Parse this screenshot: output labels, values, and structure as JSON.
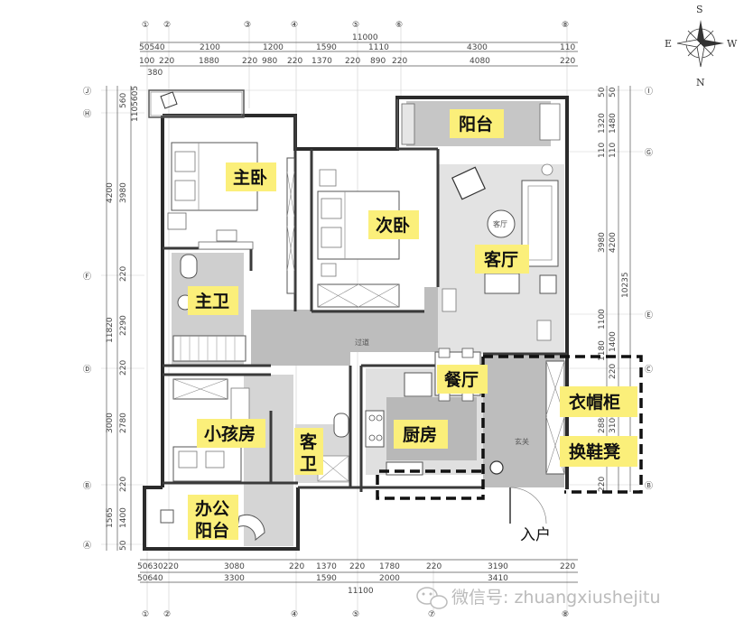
{
  "rooms": {
    "master_bedroom": "主卧",
    "second_bedroom": "次卧",
    "balcony": "阳台",
    "living_room": "客厅",
    "master_bath": "主卫",
    "dining": "餐厅",
    "wardrobe": "衣帽柜",
    "shoe_bench": "换鞋凳",
    "kids_room": "小孩房",
    "guest_bath_1": "客",
    "guest_bath_2": "卫",
    "kitchen": "厨房",
    "office_1": "办公",
    "office_2": "阳台",
    "entrance": "入户",
    "corridor": "过道",
    "foyer": "玄关",
    "living_icon": "客厅"
  },
  "compass": {
    "s": "S",
    "e": "E",
    "w": "W",
    "n": "N"
  },
  "axis_top": [
    "①",
    "②",
    "③",
    "④",
    "⑤",
    "⑥",
    "⑧"
  ],
  "axis_bottom": [
    "①",
    "②",
    "④",
    "⑤",
    "⑦",
    "⑧"
  ],
  "axis_left": [
    "Ⓙ",
    "Ⓗ",
    "Ⓕ",
    "Ⓓ",
    "Ⓑ",
    "Ⓐ"
  ],
  "axis_right": [
    "Ⓘ",
    "Ⓖ",
    "Ⓔ",
    "Ⓒ",
    "Ⓑ"
  ],
  "dims_top_total": "11000",
  "dims_top_row1": [
    "50540",
    "2100",
    "1200",
    "1590",
    "1110",
    "4300",
    "110"
  ],
  "dims_top_row2": [
    "100",
    "220",
    "1880",
    "220",
    "980",
    "220",
    "1370",
    "220",
    "890",
    "220",
    "4080",
    "220"
  ],
  "dims_top_extra": "380",
  "dims_bottom_row1": [
    "50630220",
    "3080",
    "220",
    "1370",
    "220",
    "1780",
    "220",
    "3190",
    "220"
  ],
  "dims_bottom_row2": [
    "50640",
    "3300",
    "1590",
    "2000",
    "3410"
  ],
  "dims_bottom_total": "11100",
  "dims_left_outer": [
    "4200",
    "11820"
  ],
  "dims_left_inner": [
    "560",
    "1105605",
    "3980",
    "220",
    "2290",
    "220",
    "3000",
    "2780",
    "220",
    "1565",
    "1400",
    "50"
  ],
  "dims_right_outer": [
    "1320",
    "1480",
    "3980",
    "4200",
    "10235",
    "1100",
    "1180",
    "1400",
    "2880",
    "3100",
    "220"
  ],
  "dims_right_small": [
    "50",
    "50",
    "110",
    "110",
    "220"
  ],
  "watermark": "微信号: zhuangxiushejitu"
}
